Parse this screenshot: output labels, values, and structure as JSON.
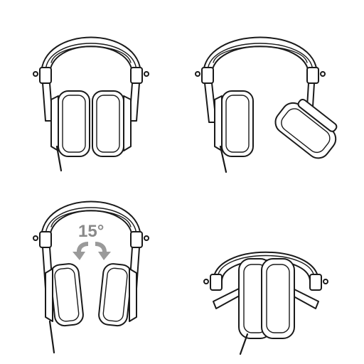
{
  "figure": {
    "panels": [
      {
        "id": "front-view"
      },
      {
        "id": "swivel-cup-view"
      },
      {
        "id": "rotation-view"
      },
      {
        "id": "folded-view"
      }
    ],
    "rotation_label": "15°"
  }
}
